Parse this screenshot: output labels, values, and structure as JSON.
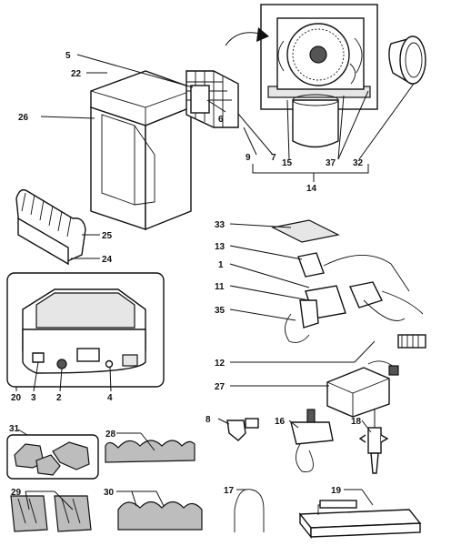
{
  "diagram": {
    "callouts": [
      {
        "id": "c5",
        "text": "5"
      },
      {
        "id": "c22",
        "text": "22"
      },
      {
        "id": "c26",
        "text": "26"
      },
      {
        "id": "c6",
        "text": "6"
      },
      {
        "id": "c9",
        "text": "9"
      },
      {
        "id": "c7",
        "text": "7"
      },
      {
        "id": "c15",
        "text": "15"
      },
      {
        "id": "c37",
        "text": "37"
      },
      {
        "id": "c32",
        "text": "32"
      },
      {
        "id": "c14",
        "text": "14"
      },
      {
        "id": "c25",
        "text": "25"
      },
      {
        "id": "c24",
        "text": "24"
      },
      {
        "id": "c33",
        "text": "33"
      },
      {
        "id": "c13",
        "text": "13"
      },
      {
        "id": "c1",
        "text": "1"
      },
      {
        "id": "c11",
        "text": "11"
      },
      {
        "id": "c35",
        "text": "35"
      },
      {
        "id": "c12",
        "text": "12"
      },
      {
        "id": "c27",
        "text": "27"
      },
      {
        "id": "c3",
        "text": "3"
      },
      {
        "id": "c2",
        "text": "2"
      },
      {
        "id": "c4",
        "text": "4"
      },
      {
        "id": "c20",
        "text": "20"
      },
      {
        "id": "c8",
        "text": "8"
      },
      {
        "id": "c16",
        "text": "16"
      },
      {
        "id": "c18",
        "text": "18"
      },
      {
        "id": "c31",
        "text": "31"
      },
      {
        "id": "c28",
        "text": "28"
      },
      {
        "id": "c29",
        "text": "29"
      },
      {
        "id": "c30",
        "text": "30"
      },
      {
        "id": "c17",
        "text": "17"
      },
      {
        "id": "c19",
        "text": "19"
      }
    ]
  }
}
